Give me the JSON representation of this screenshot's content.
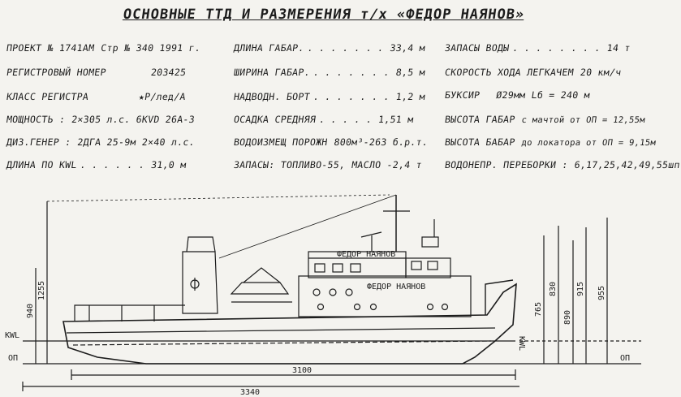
{
  "title": "ОСНОВНЫЕ ТТД И РАЗМЕРЕНИЯ т/х «ФЕДОР НАЯНОВ»",
  "col1": [
    {
      "label": "ПРОЕКТ № 1741АМ",
      "value": "Стр № 340 1991 г."
    },
    {
      "label": "РЕГИСТРОВЫЙ НОМЕР",
      "value": "203425"
    },
    {
      "label": "КЛАСС РЕГИСТРА",
      "value": "★Р/лед/А"
    },
    {
      "label": "МОЩНОСТЬ :",
      "value": "2×305 л.с. 6КVD 26А-3"
    },
    {
      "label": "ДИЗ.ГЕНЕР :",
      "value": "2ДГА 25-9м 2×40 л.с."
    },
    {
      "label": "ДЛИНА ПО KWL",
      "value": "31,0 м"
    }
  ],
  "col2": [
    {
      "label": "ДЛИНА ГАБАР.",
      "value": "33,4 м"
    },
    {
      "label": "ШИРИНА ГАБАР.",
      "value": "8,5 м"
    },
    {
      "label": "НАДВОДН. БОРТ",
      "value": "1,2 м"
    },
    {
      "label": "ОСАДКА СРЕДНЯЯ",
      "value": "1,51 м"
    },
    {
      "label": "ВОДОИЗМЕЩ ПОРОЖН",
      "value": "800м³-263 б.р.т."
    },
    {
      "label": "ЗАПАСЫ: ТОПЛИВО-55,",
      "value": "МАСЛО -2,4 т"
    }
  ],
  "col3": [
    {
      "label": "ЗАПАСЫ ВОДЫ",
      "value": "14 т"
    },
    {
      "label": "СКОРОСТЬ ХОДА ЛЕГКАЧЕМ",
      "value": "20 км/ч"
    },
    {
      "label": "БУКСИР",
      "value": "Ø29мм Lб = 240 м"
    },
    {
      "label": "ВЫСОТА ГАБАР",
      "value": "с мачтой от ОП = 12,55м"
    },
    {
      "label": "ВЫСОТА БАБАР",
      "value": "до локатора от ОП = 9,15м"
    },
    {
      "label": "ВОДОНЕПР. ПЕРЕБОРКИ :",
      "value": "6,17,25,42,49,55шп"
    }
  ],
  "drawing": {
    "ship_name_top": "ФЕДОР НАЯНОВ",
    "ship_name_side": "ФЕДОР НАЯНОВ",
    "kwl_label": "KWL",
    "op_label": "ОП",
    "kwl_label_right": "KWL",
    "op_label_right": "ОП",
    "dim_left_1255": "1255",
    "dim_left_940": "940",
    "dim_765": "765",
    "dim_830": "830",
    "dim_890": "890",
    "dim_915": "915",
    "dim_955": "955",
    "length_3100": "3100",
    "length_3340": "3340"
  }
}
